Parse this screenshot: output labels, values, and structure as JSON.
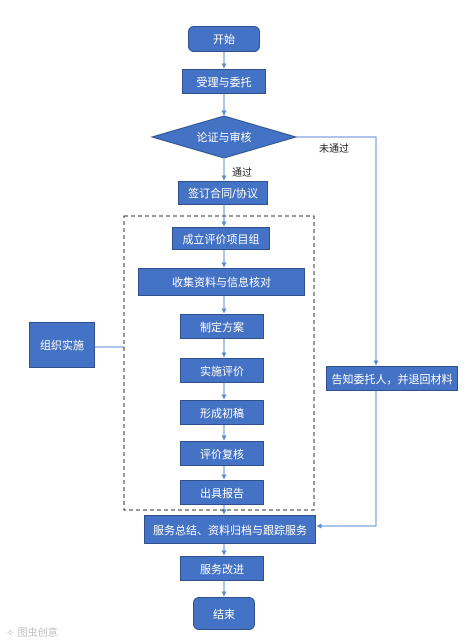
{
  "colors": {
    "node_fill": "#4472c4",
    "node_border": "#2f528f",
    "connector": "#5b8bd6",
    "dashed_border": "#333333"
  },
  "nodes": {
    "start": "开始",
    "accept": "受理与委托",
    "review": "论证与审核",
    "sign": "签订合同/协议",
    "team": "成立评价项目组",
    "collect": "收集资料与信息核对",
    "plan": "制定方案",
    "evaluate": "实施评价",
    "draft": "形成初稿",
    "recheck": "评价复核",
    "report": "出具报告",
    "summary": "服务总结、资料归档与跟踪服务",
    "improve": "服务改进",
    "end": "结束",
    "org": "组织实施",
    "notify": "告知委托人，并退回材料"
  },
  "edge_labels": {
    "pass": "通过",
    "fail": "未通过"
  },
  "watermark": {
    "icon": "tuchong-logo-icon",
    "text": "图虫创意"
  }
}
